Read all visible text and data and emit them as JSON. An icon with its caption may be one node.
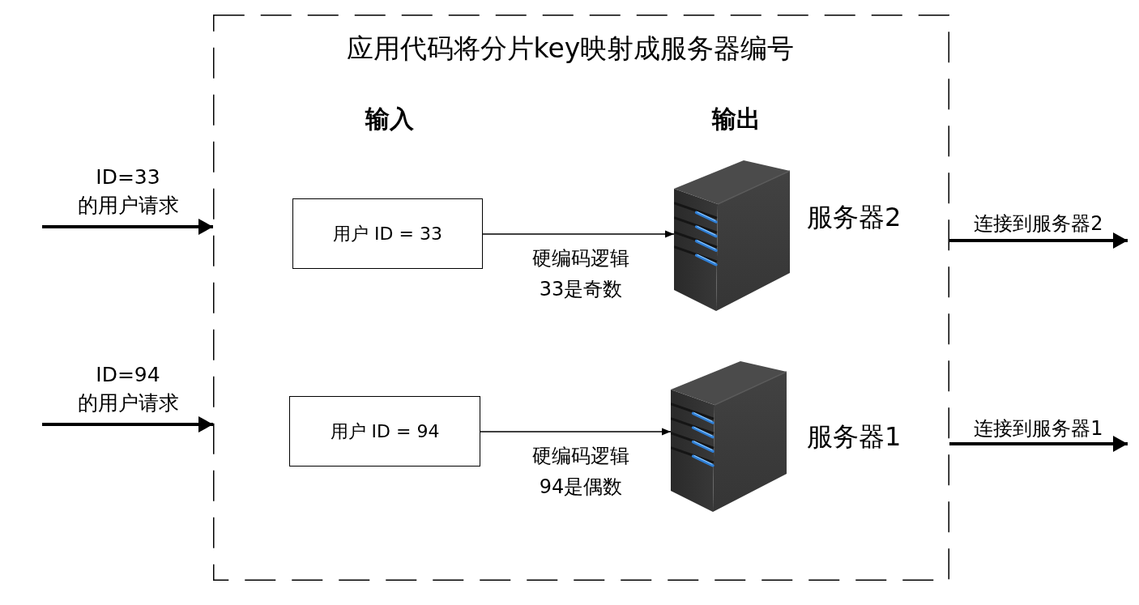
{
  "diagram": {
    "nodes": [
      {
        "text": [
          "应用代码将分片key映射成服务器编号"
        ]
      },
      {
        "text": [
          "用户 ID = 33"
        ],
        "in": 0
      },
      {
        "text": [],
        "shape": "server",
        "in": 0,
        "beside": [
          "服务器2"
        ]
      },
      {
        "text": [
          "用户 ID = 94"
        ],
        "in": 0
      },
      {
        "text": [],
        "shape": "server",
        "in": 0,
        "beside": [
          "服务器1"
        ]
      }
    ],
    "edges": [
      {
        "from": null,
        "to": 0,
        "arrow": "to",
        "label": "ID=33 的用户请求"
      },
      {
        "from": null,
        "to": 0,
        "arrow": "to",
        "label": "ID=94 的用户请求"
      },
      {
        "from": 1,
        "to": 2,
        "arrow": "to",
        "label": "硬编码逻辑 33是奇数"
      },
      {
        "from": 3,
        "to": 4,
        "arrow": "to",
        "label": "硬编码逻辑 94是偶数"
      },
      {
        "from": 0,
        "to": null,
        "arrow": "to",
        "label": "连接到服务器2"
      },
      {
        "from": 0,
        "to": null,
        "arrow": "to",
        "label": "连接到服务器1"
      }
    ],
    "labels": [
      "输入",
      "输出"
    ]
  }
}
